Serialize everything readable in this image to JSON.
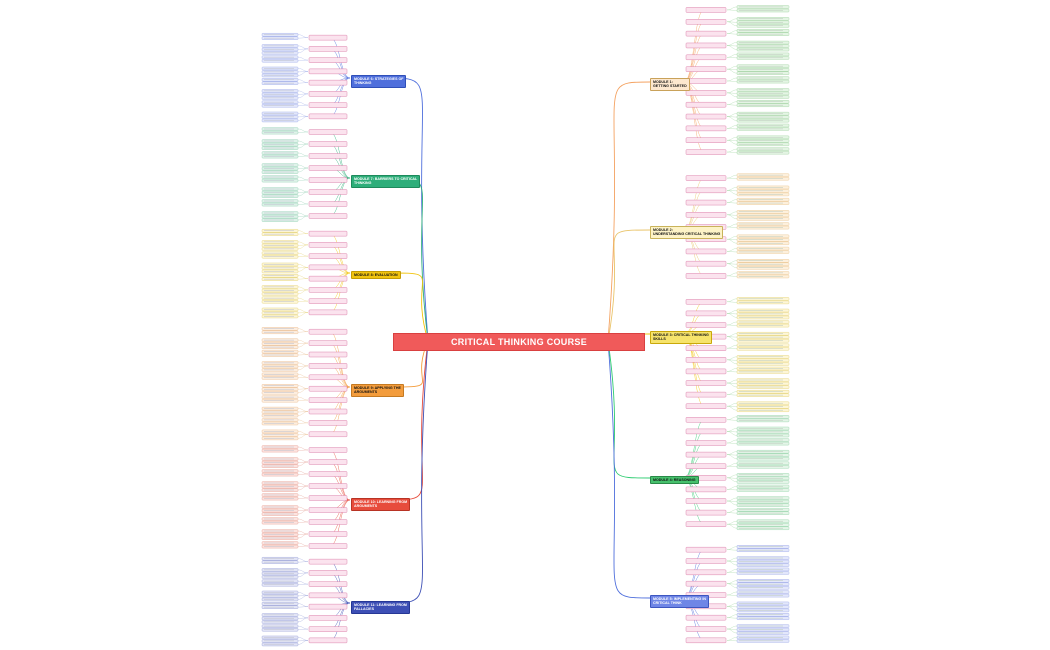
{
  "central_title": "CRITICAL THINKING COURSE",
  "colors": {
    "central": "#f05a5a",
    "right_1": "#f4a261",
    "right_2": "#e9c46a",
    "right_3": "#f1c40f",
    "right_4": "#2ecc71",
    "right_5": "#4f6fdc",
    "left_1": "#4f6fdc",
    "left_2": "#2eae7a",
    "left_3": "#f1c40f",
    "left_4": "#f39c3c",
    "left_5": "#e74c3c",
    "left_6": "#3d4fb5"
  },
  "modules": [
    {
      "label": "MODULE 1:\nGETTING STARTED",
      "side": "right"
    },
    {
      "label": "MODULE 2:\nUNDERSTANDING CRITICAL THINKING",
      "side": "right"
    },
    {
      "label": "MODULE 3: CRITICAL THINKING\nSKILLS",
      "side": "right"
    },
    {
      "label": "MODULE 4: REASONING",
      "side": "right"
    },
    {
      "label": "MODULE 5: IMPLEMENTING IN\nCRITICAL THINK",
      "side": "right"
    },
    {
      "label": "MODULE 6: STRATEGIES OF\nTHINKING",
      "side": "left"
    },
    {
      "label": "MODULE 7: BARRIERS TO CRITICAL\nTHINKING",
      "side": "left"
    },
    {
      "label": "MODULE 8: EVALUATION",
      "side": "left"
    },
    {
      "label": "MODULE 9: APPLYING THE\nARGUMENTS",
      "side": "left"
    },
    {
      "label": "MODULE 10: LEARNING FROM\nARGUMENTS",
      "side": "left"
    },
    {
      "label": "MODULE 11: LEARNING FROM\nFALLACIES",
      "side": "left"
    }
  ]
}
